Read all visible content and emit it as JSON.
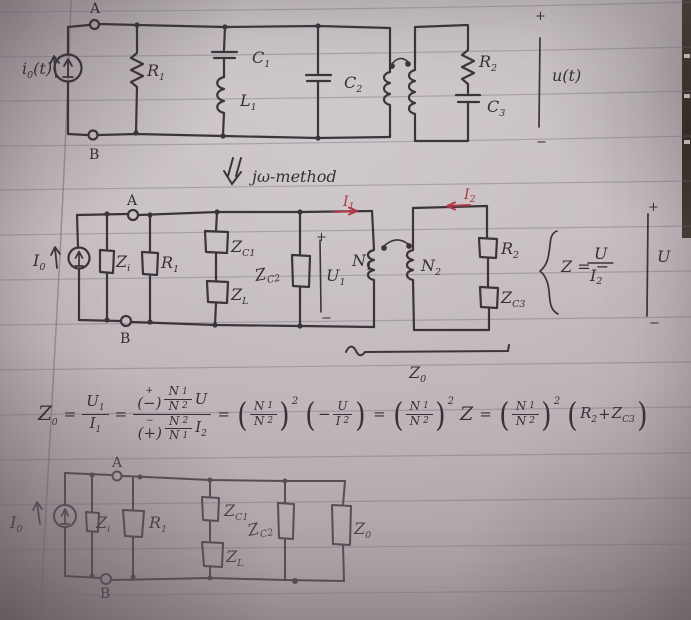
{
  "top_circuit": {
    "source_label": {
      "base": "i",
      "sub": "0",
      "rest": "(t)"
    },
    "terminal_a": "A",
    "terminal_b": "B",
    "r1": {
      "base": "R",
      "sub": "1"
    },
    "c1": {
      "base": "C",
      "sub": "1"
    },
    "l1": {
      "base": "L",
      "sub": "1"
    },
    "c2": {
      "base": "C",
      "sub": "2"
    },
    "r2": {
      "base": "R",
      "sub": "2"
    },
    "c3": {
      "base": "C",
      "sub": "3"
    },
    "output_voltage": "u(t)",
    "plus": "+",
    "minus": "−"
  },
  "method_note": {
    "text": "jω-method"
  },
  "mid_circuit": {
    "i0": {
      "base": "I",
      "sub": "0"
    },
    "terminal_a": "A",
    "terminal_b": "B",
    "zi": {
      "base": "Z",
      "sub": "i"
    },
    "r1": {
      "base": "R",
      "sub": "1"
    },
    "zc1": {
      "base": "Z",
      "sub": "C1"
    },
    "zl": {
      "base": "Z",
      "sub": "L"
    },
    "zc2": {
      "base": "Z",
      "sub": "C2"
    },
    "u1": {
      "base": "U",
      "sub": "1"
    },
    "n1": {
      "base": "N",
      "sub": "1"
    },
    "n2": {
      "base": "N",
      "sub": "2"
    },
    "i1": {
      "base": "I",
      "sub": "1"
    },
    "i2": {
      "base": "I",
      "sub": "2"
    },
    "r2": {
      "base": "R",
      "sub": "2"
    },
    "zc3": {
      "base": "Z",
      "sub": "C3"
    },
    "z_def": {
      "lhs": "Z = −",
      "num": "U",
      "den": {
        "base": "I",
        "sub": "2"
      }
    },
    "u": "U",
    "z0": {
      "base": "Z",
      "sub": "0"
    },
    "plus": "+",
    "minus": "−"
  },
  "equation": {
    "z0": {
      "base": "Z",
      "sub": "0"
    },
    "eq": "=",
    "u1": {
      "base": "U",
      "sub": "1"
    },
    "i1": {
      "base": "I",
      "sub": "1"
    },
    "corr_plus": "+",
    "sign_minus": "(−)",
    "corr_minus": "−",
    "sign_plus": "(+)",
    "n1": {
      "base": "N",
      "sub": "1"
    },
    "n2": {
      "base": "N",
      "sub": "2"
    },
    "u": "U",
    "i2": {
      "base": "I",
      "sub": "2"
    },
    "minus": "−",
    "exp": "2",
    "z": "Z",
    "r2": {
      "base": "R",
      "sub": "2"
    },
    "plus": "+",
    "zc3": {
      "base": "Z",
      "sub": "C3"
    },
    "lp": "(",
    "rp": ")"
  },
  "bottom_circuit": {
    "i0": {
      "base": "I",
      "sub": "0"
    },
    "terminal_a": "A",
    "terminal_b": "B",
    "zi": {
      "base": "Z",
      "sub": "i"
    },
    "r1": {
      "base": "R",
      "sub": "1"
    },
    "zc1": {
      "base": "Z",
      "sub": "C1"
    },
    "zl": {
      "base": "Z",
      "sub": "L"
    },
    "zc2": {
      "base": "Z",
      "sub": "C2"
    },
    "z0": {
      "base": "Z",
      "sub": "0"
    }
  },
  "colors": {
    "ink": "#3b343b",
    "pencil": "#564e56",
    "red_ink": "#b23747",
    "paper": "#c7bfc2"
  }
}
